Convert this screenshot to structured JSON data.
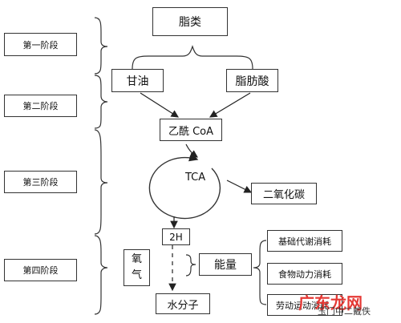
{
  "stages": [
    "第一阶段",
    "第二阶段",
    "第三阶段",
    "第四阶段"
  ],
  "nodes": {
    "fat": "脂类",
    "glycerol": "甘油",
    "fatty_acid": "脂肪酸",
    "acetyl_coa": "乙酰 CoA",
    "tca": "TCA",
    "co2": "二氧化碳",
    "h2": "2H",
    "oxygen": "氧\n气",
    "water": "水分子",
    "energy": "能量"
  },
  "energy_uses": [
    "基础代谢消耗",
    "食物动力消耗",
    "劳动运动消耗"
  ],
  "watermark": {
    "text": "广东龙网",
    "subtext": "玉门中二戴佚"
  }
}
